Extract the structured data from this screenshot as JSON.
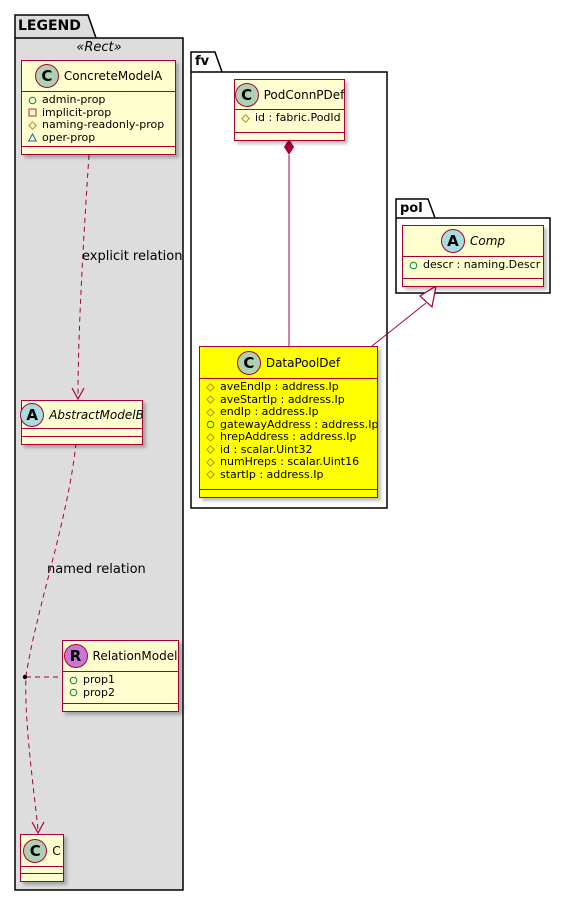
{
  "packages": {
    "legend": {
      "name": "LEGEND",
      "stereotype": "«Rect»"
    },
    "fv": {
      "name": "fv"
    },
    "pol": {
      "name": "pol"
    }
  },
  "classes": {
    "concrete_model_a": {
      "badge": "C",
      "name": "ConcreteModelA",
      "attributes": [
        {
          "vis": "public",
          "text": "admin-prop"
        },
        {
          "vis": "private",
          "text": "implicit-prop"
        },
        {
          "vis": "protected",
          "text": "naming-readonly-prop"
        },
        {
          "vis": "package",
          "text": "oper-prop"
        }
      ]
    },
    "abstract_model_b": {
      "badge": "A",
      "name": "AbstractModelB"
    },
    "relation_model": {
      "badge": "R",
      "name": "RelationModel",
      "attributes": [
        {
          "vis": "public",
          "text": "prop1"
        },
        {
          "vis": "public",
          "text": "prop2"
        }
      ]
    },
    "c": {
      "badge": "C",
      "name": "C"
    },
    "pod_conn_p_def": {
      "badge": "C",
      "name": "PodConnPDef",
      "attributes": [
        {
          "vis": "protected",
          "text": "id : fabric.PodId"
        }
      ]
    },
    "comp": {
      "badge": "A",
      "name": "Comp",
      "attributes": [
        {
          "vis": "public",
          "text": "descr : naming.Descr"
        }
      ]
    },
    "data_pool_def": {
      "badge": "C",
      "name": "DataPoolDef",
      "attributes": [
        {
          "vis": "protected",
          "text": "aveEndIp : address.Ip"
        },
        {
          "vis": "protected",
          "text": "aveStartIp : address.Ip"
        },
        {
          "vis": "protected",
          "text": "endIp : address.Ip"
        },
        {
          "vis": "public",
          "text": "gatewayAddress : address.Ip"
        },
        {
          "vis": "protected",
          "text": "hrepAddress : address.Ip"
        },
        {
          "vis": "protected",
          "text": "id : scalar.Uint32"
        },
        {
          "vis": "protected",
          "text": "numHreps : scalar.Uint16"
        },
        {
          "vis": "protected",
          "text": "startIp : address.Ip"
        }
      ]
    }
  },
  "relations": {
    "explicit": {
      "label": "explicit relation"
    },
    "named": {
      "label": "named relation"
    }
  },
  "colors": {
    "border": "#A80036",
    "class_fill": "#FEFECE",
    "highlight_fill": "#FFFF00",
    "legend_fill": "#DDDDDD",
    "badge_class": "#ADD1B2",
    "badge_abstract": "#A9DCDF",
    "badge_relation": "#C977D4"
  }
}
